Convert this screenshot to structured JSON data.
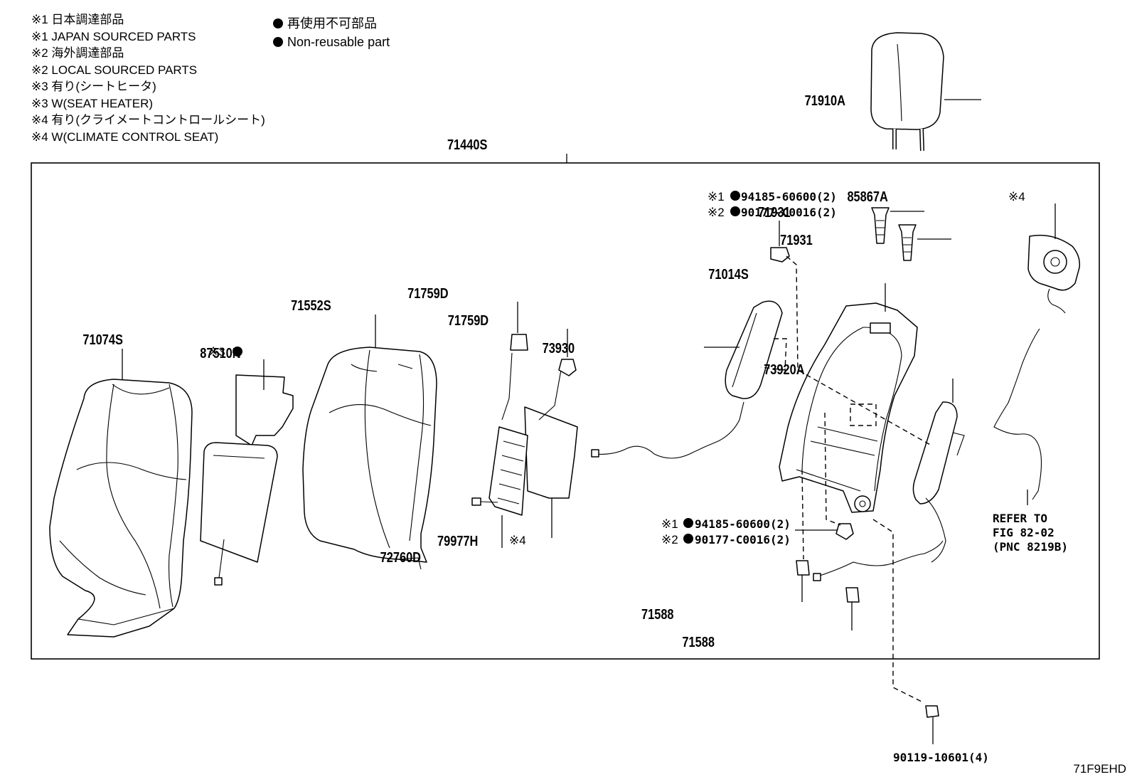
{
  "notes": [
    "※1 日本調達部品",
    "※1 JAPAN SOURCED PARTS",
    "※2 海外調達部品",
    "※2 LOCAL SOURCED PARTS",
    "※3 有り(シートヒータ)",
    "※3 W(SEAT HEATER)",
    "※4 有り(クライメートコントロールシート)",
    "※4 W(CLIMATE CONTROL SEAT)"
  ],
  "legend": {
    "line1": "再使用不可部品",
    "line2": "Non-reusable part"
  },
  "assembly_label": "71440S",
  "parts": {
    "p71910A": "71910A",
    "p71074S": "71074S",
    "p87510N": "87510N",
    "p87510N_note": "※3",
    "p71552S": "71552S",
    "p71759D_a": "71759D",
    "p71759D_b": "71759D",
    "p72760D": "72760D",
    "p79977H": "79977H",
    "p79977H_note": "※4",
    "p73930": "73930",
    "p71014S": "71014S",
    "p73920A": "73920A",
    "p71931_a": "71931",
    "p71931_b": "71931",
    "p85867A": "85867A",
    "p85867A_note": "※4",
    "nut_top_1_note": "※1",
    "nut_top_1": "94185-60600(2)",
    "nut_top_2_note": "※2",
    "nut_top_2": "90177-C0016(2)",
    "nut_mid_1_note": "※1",
    "nut_mid_1": "94185-60600(2)",
    "nut_mid_2_note": "※2",
    "nut_mid_2": "90177-C0016(2)",
    "p71588_a": "71588",
    "p71588_b": "71588",
    "bolt": "90119-10601(4)",
    "refer_1": "REFER TO",
    "refer_2": "FIG 82-02",
    "refer_3": "(PNC 8219B)"
  },
  "figure_code": "71F9EHD"
}
